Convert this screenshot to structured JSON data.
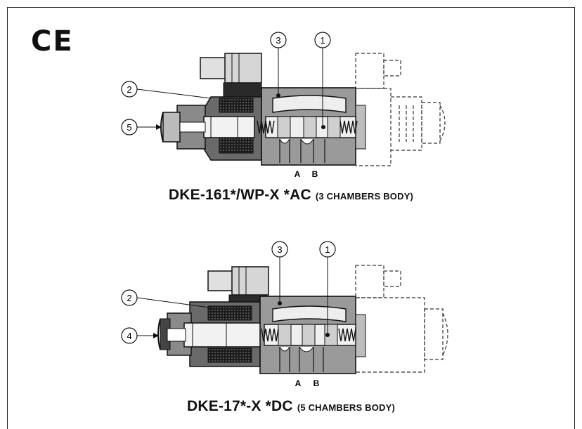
{
  "mark": "CE",
  "valve1": {
    "title": "DKE-161*/WP-X *AC",
    "subtitle": "(3 CHAMBERS BODY)",
    "callouts": [
      "3",
      "1",
      "2",
      "5"
    ],
    "ports": [
      "A",
      "B"
    ]
  },
  "valve2": {
    "title": "DKE-17*-X *DC",
    "subtitle": "(5 CHAMBERS BODY)",
    "callouts": [
      "3",
      "1",
      "2",
      "4"
    ],
    "ports": [
      "A",
      "B"
    ]
  }
}
